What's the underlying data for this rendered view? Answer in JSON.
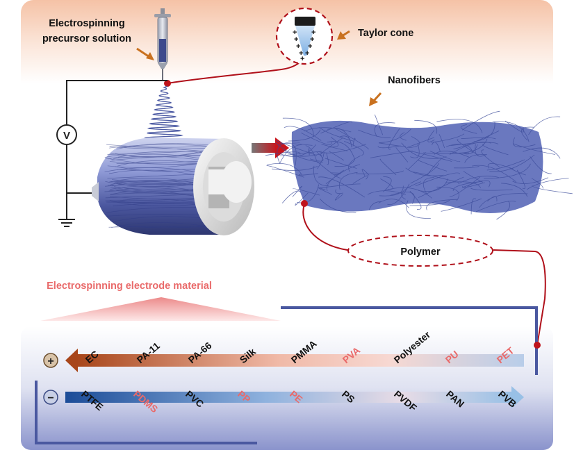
{
  "labels": {
    "precursor_line1": "Electrospinning",
    "precursor_line2": "precursor solution",
    "taylor_cone": "Taylor cone",
    "nanofibers": "Nanofibers",
    "polymer": "Polymer",
    "electrode_material": "Electrospinning electrode material",
    "voltmeter": "V"
  },
  "series_positive": {
    "sign": "+",
    "materials": [
      {
        "name": "EC",
        "highlight": false
      },
      {
        "name": "PA-11",
        "highlight": false
      },
      {
        "name": "PA-66",
        "highlight": false
      },
      {
        "name": "Silk",
        "highlight": false
      },
      {
        "name": "PMMA",
        "highlight": false
      },
      {
        "name": "PVA",
        "highlight": true
      },
      {
        "name": "Polyester",
        "highlight": false
      },
      {
        "name": "PU",
        "highlight": true
      },
      {
        "name": "PET",
        "highlight": true
      }
    ]
  },
  "series_negative": {
    "sign": "−",
    "materials": [
      {
        "name": "PTFE",
        "highlight": false
      },
      {
        "name": "PDMS",
        "highlight": true
      },
      {
        "name": "PVC",
        "highlight": false
      },
      {
        "name": "PP",
        "highlight": true
      },
      {
        "name": "PE",
        "highlight": true
      },
      {
        "name": "PS",
        "highlight": false
      },
      {
        "name": "PVDF",
        "highlight": false
      },
      {
        "name": "PAN",
        "highlight": false
      },
      {
        "name": "PVB",
        "highlight": false
      }
    ]
  },
  "colors": {
    "top_bg": "#f6c4a8",
    "bottom_bg": "#7d86c4",
    "wire_red": "#b0101a",
    "wire_dark": "#222222",
    "fiber_blue": "#4a5aa8",
    "highlight_text": "#e96a6a",
    "positive_arrow": "#b5511c",
    "negative_arrow": "#1e4f9a",
    "frame_blue": "#4a58a0"
  }
}
